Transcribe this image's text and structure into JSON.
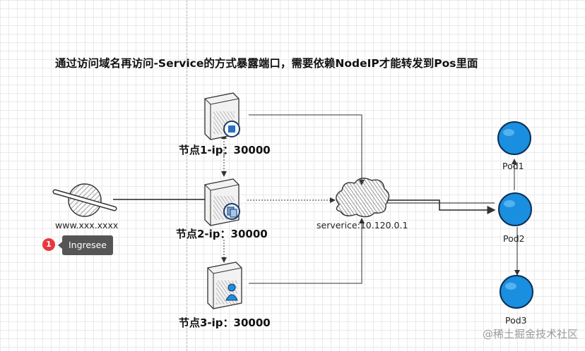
{
  "diagram": {
    "title": "通过访问域名再访问-Service的方式暴露端口，需要依赖NodeIP才能转发到Pos里面",
    "domain_label": "www.xxx.xxxx",
    "badge_count": "1",
    "tooltip_text": "Ingresee",
    "nodes": [
      {
        "label": "节点1-ip：30000"
      },
      {
        "label": "节点2-ip：30000"
      },
      {
        "label": "节点3-ip：30000"
      }
    ],
    "service_label": "serverice:10.120.0.1",
    "pods": [
      {
        "label": "Pod1"
      },
      {
        "label": "Pod2"
      },
      {
        "label": "Pod3"
      }
    ],
    "watermark": "@稀土掘金技术社区",
    "colors": {
      "pod_fill": "#1a8fe0",
      "badge": "#e8383f",
      "tooltip_bg": "#555555"
    }
  }
}
